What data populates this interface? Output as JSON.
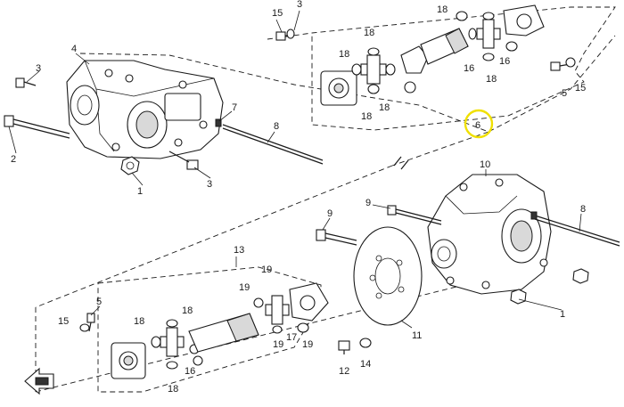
{
  "callouts": {
    "c15_top": "15",
    "c3_top": "3",
    "c18_topA": "18",
    "c18_topB": "18",
    "c18_topC": "18",
    "c18_topD": "18",
    "c18_topE": "18",
    "c16_topA": "16",
    "c16_topB": "16",
    "c18_topF": "18",
    "c15_topR": "15",
    "c5_topR": "5",
    "c6_hl": "6",
    "c4": "4",
    "c3_left": "3",
    "c7": "7",
    "c8_top": "8",
    "c2": "2",
    "c1_left": "1",
    "c3_left2": "3",
    "c10": "10",
    "c9_left": "9",
    "c9_right": "9",
    "c8_right": "8",
    "c13": "13",
    "c19_a": "19",
    "c19_b": "19",
    "c19_c": "19",
    "c19_d": "19",
    "c17": "17",
    "c5_bot": "5",
    "c15_bot": "15",
    "c18_botA": "18",
    "c18_botB": "18",
    "c16_bot": "16",
    "c18_botC": "18",
    "c11": "11",
    "c12": "12",
    "c14": "14",
    "c1_right": "1"
  },
  "highlight": {
    "callout": "6",
    "color": "#f0e000"
  }
}
